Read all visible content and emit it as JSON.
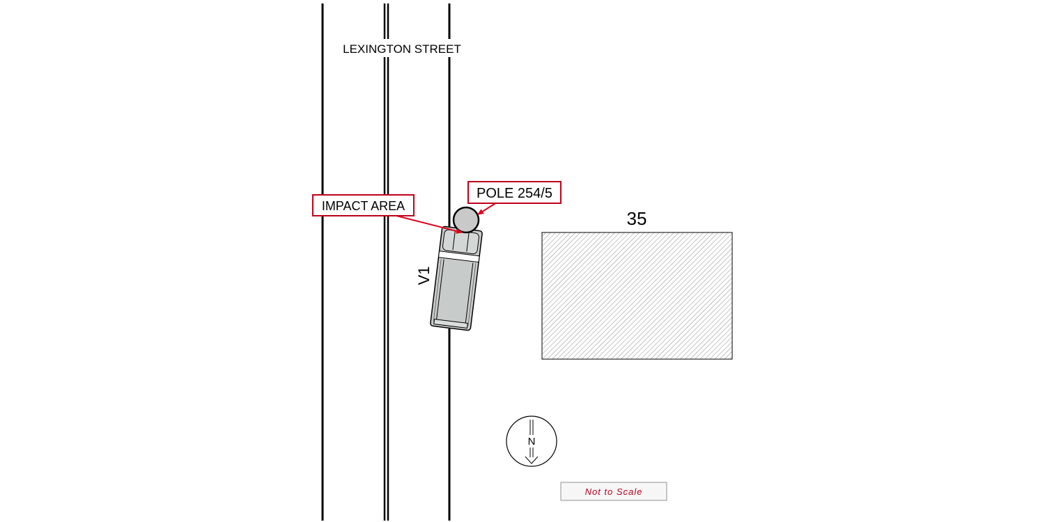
{
  "street": {
    "name": "LEXINGTON STREET"
  },
  "callouts": {
    "impact_area": "IMPACT AREA",
    "pole": "POLE 254/5"
  },
  "vehicle": {
    "id": "V1"
  },
  "building": {
    "number": "35"
  },
  "compass": {
    "letter": "N"
  },
  "scale_note": "Not to Scale",
  "colors": {
    "callout_border": "#c0001a",
    "arrow": "#e0001a",
    "vehicle_body": "#c7ccca",
    "pole_fill": "#c9c9c9",
    "scale_text": "#b8001e"
  }
}
